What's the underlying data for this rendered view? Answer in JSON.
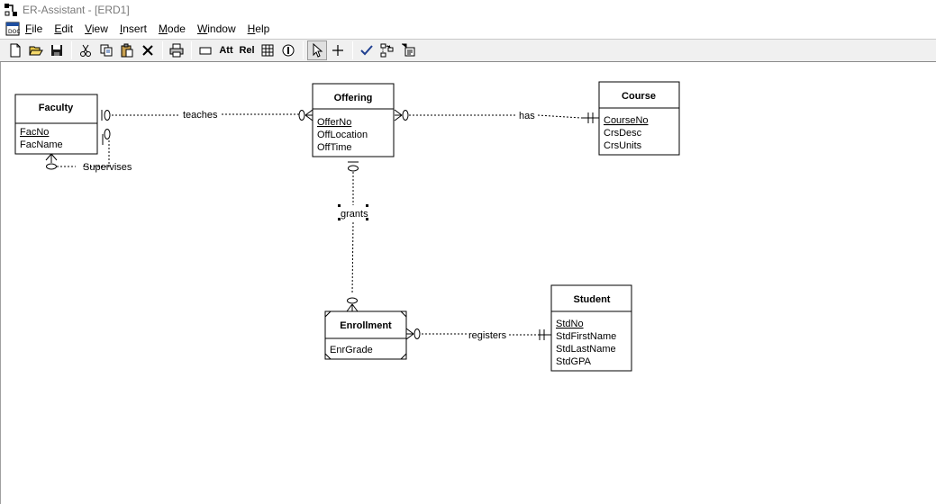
{
  "window": {
    "title": "ER-Assistant - [ERD1]"
  },
  "menu": {
    "items": [
      {
        "label_u": "F",
        "label_rest": "ile"
      },
      {
        "label_u": "E",
        "label_rest": "dit"
      },
      {
        "label_u": "V",
        "label_rest": "iew"
      },
      {
        "label_u": "I",
        "label_rest": "nsert"
      },
      {
        "label_u": "M",
        "label_rest": "ode"
      },
      {
        "label_u": "W",
        "label_rest": "indow"
      },
      {
        "label_u": "H",
        "label_rest": "elp"
      }
    ]
  },
  "toolbar": {
    "att_label": "Att",
    "rel_label": "Rel"
  },
  "entities": {
    "faculty": {
      "name": "Faculty",
      "key": "FacNo",
      "attrs": [
        "FacName"
      ]
    },
    "offering": {
      "name": "Offering",
      "key": "OfferNo",
      "attrs": [
        "OffLocation",
        "OffTime"
      ]
    },
    "course": {
      "name": "Course",
      "key": "CourseNo",
      "attrs": [
        "CrsDesc",
        "CrsUnits"
      ]
    },
    "enrollment": {
      "name": "Enrollment",
      "key": "",
      "attrs": [
        "EnrGrade"
      ]
    },
    "student": {
      "name": "Student",
      "key": "StdNo",
      "attrs": [
        "StdFirstName",
        "StdLastName",
        "StdGPA"
      ]
    }
  },
  "relationships": {
    "teaches": "teaches",
    "has": "has",
    "supervises": "Supervises",
    "grants": "grants",
    "registers": "registers"
  }
}
